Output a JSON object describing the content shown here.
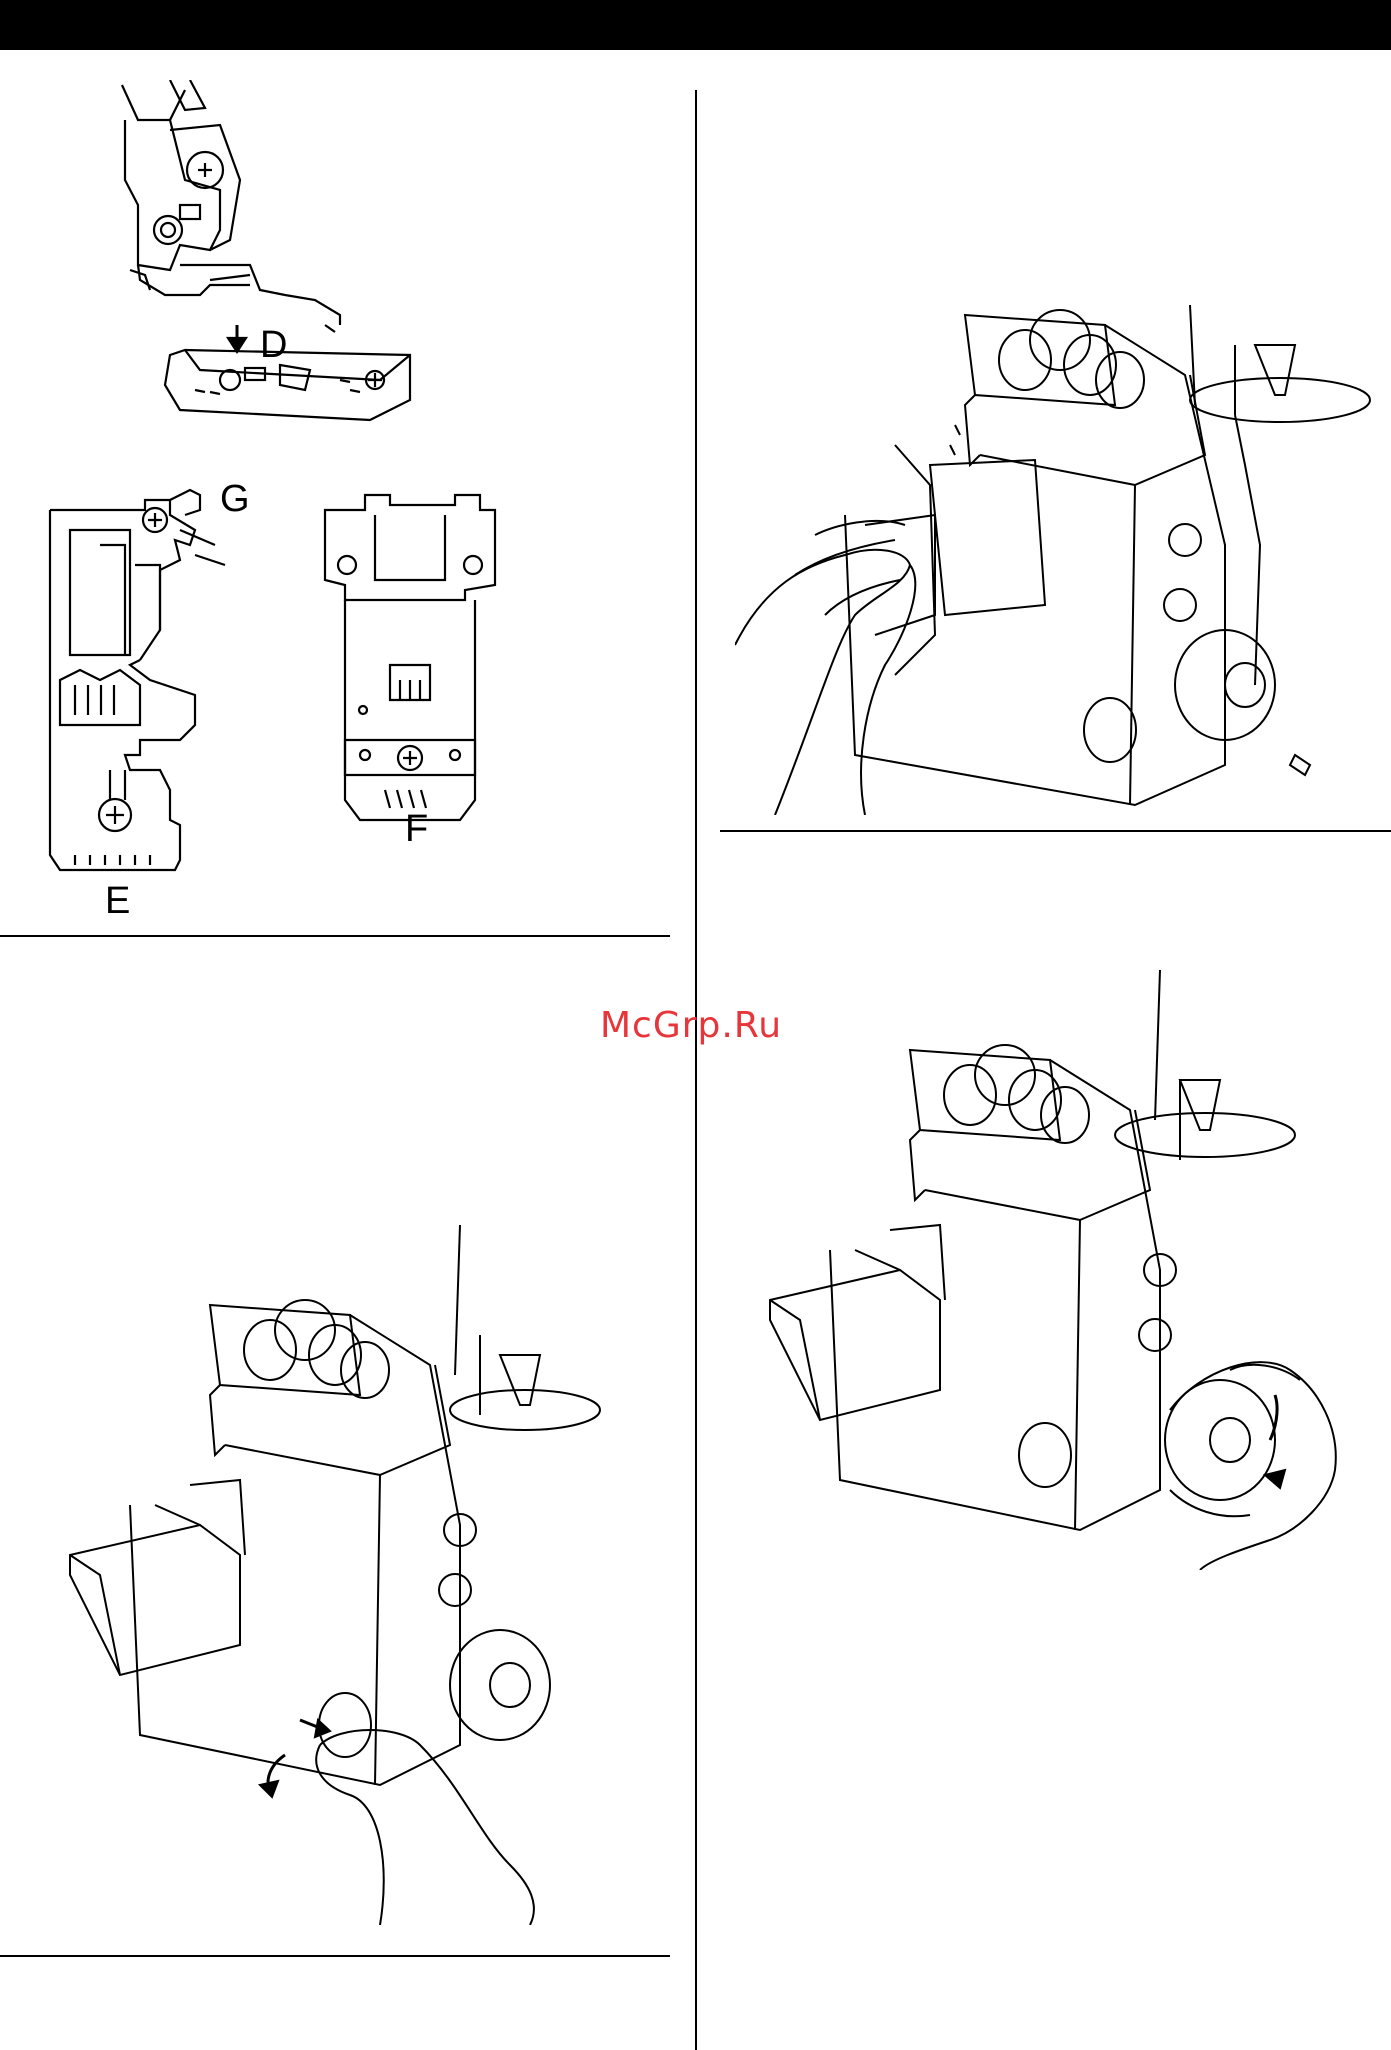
{
  "page": {
    "header_bar_color": "#000000",
    "watermark": {
      "text": "McGrp.Ru",
      "color": "#e8353a"
    }
  },
  "figures": {
    "presser_foot": {
      "callouts": {
        "d": "D"
      }
    },
    "foot_side": {
      "callouts": {
        "g": "G",
        "e": "E"
      }
    },
    "foot_bottom": {
      "callouts": {
        "f": "F"
      }
    }
  }
}
